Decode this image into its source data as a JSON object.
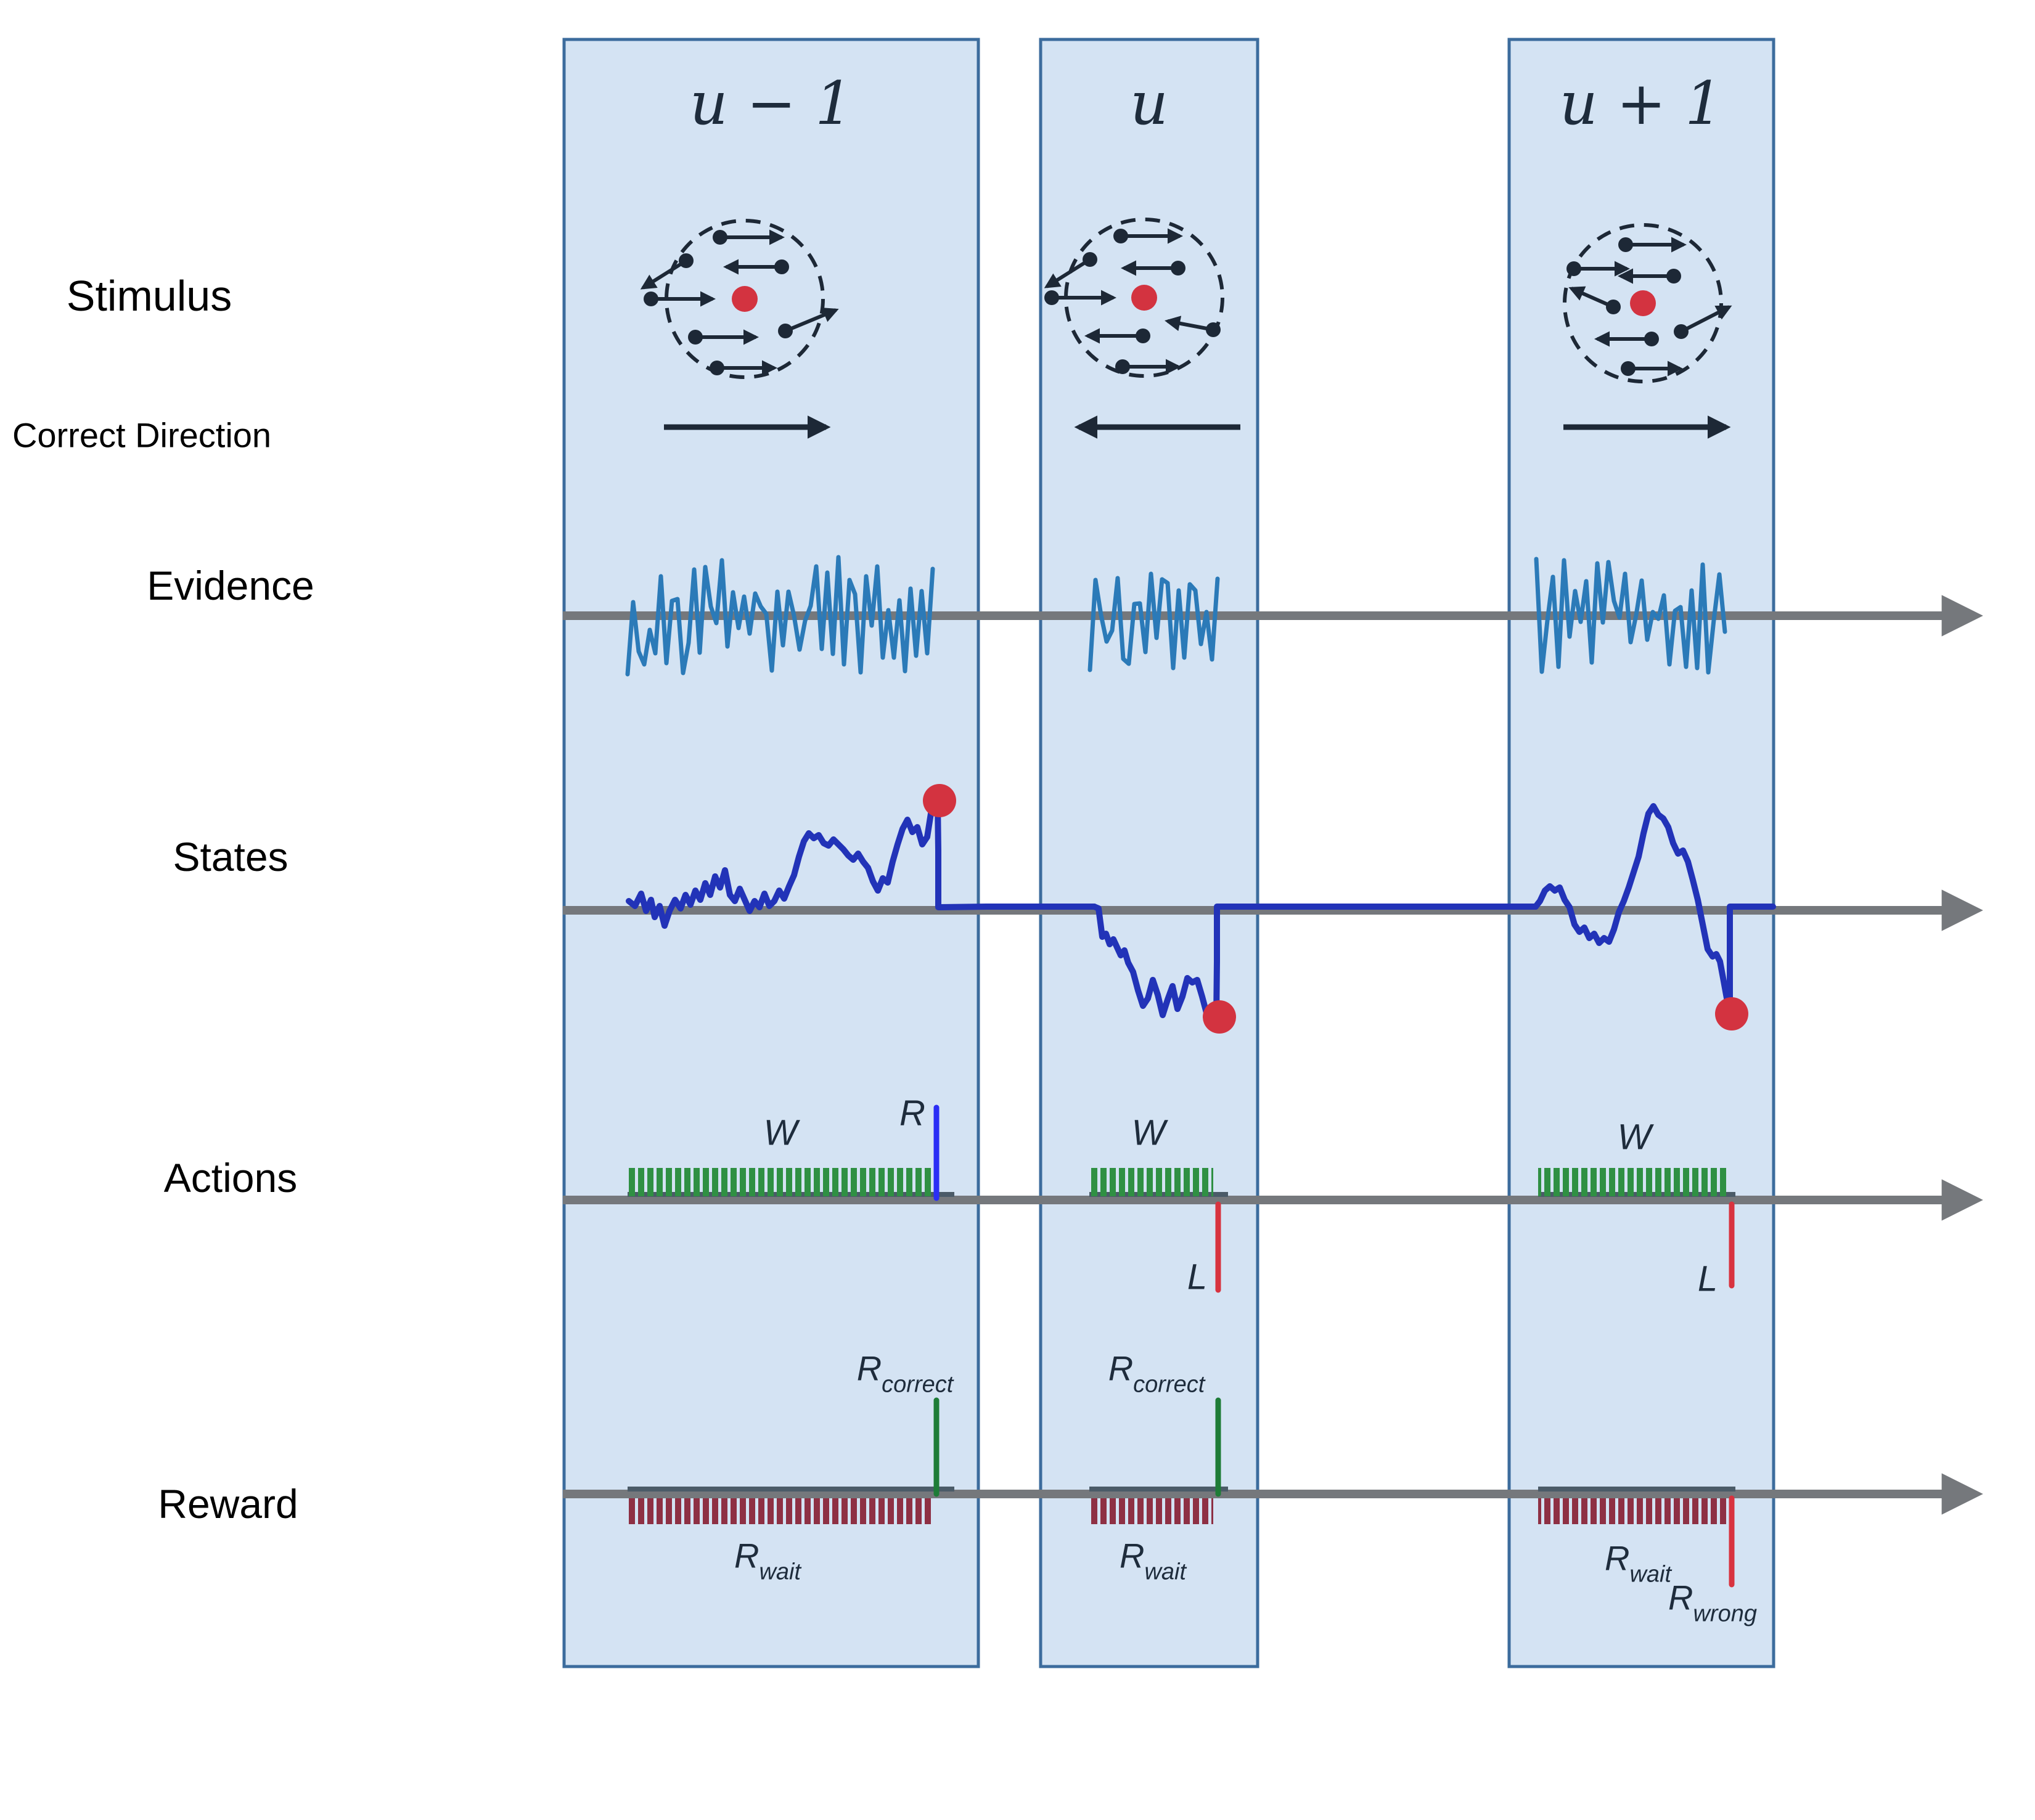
{
  "labels": {
    "stimulus": "Stimulus",
    "correct_direction": "Correct Direction",
    "evidence": "Evidence",
    "states": "States",
    "actions": "Actions",
    "reward": "Reward",
    "wait_action": "W",
    "right_action": "R",
    "left_action": "L",
    "reward_symbol": "R",
    "sub_correct": "correct",
    "sub_wait": "wait",
    "sub_wrong": "wrong"
  },
  "trials": [
    {
      "header": "u − 1",
      "correct_direction": "right",
      "action": "R",
      "outcome": "correct"
    },
    {
      "header": "u",
      "correct_direction": "left",
      "action": "L",
      "outcome": "correct"
    },
    {
      "header": "u + 1",
      "correct_direction": "right",
      "action": "L",
      "outcome": "wrong"
    }
  ],
  "colors": {
    "column_fill": "#d4e3f3",
    "column_border": "#3c6c9d",
    "axis_gray": "#75787c",
    "trial_strip_gray": "#4b5b68",
    "evidence_blue": "#2b7ab8",
    "state_navy": "#2233b8",
    "decision_dot_red": "#d33340",
    "wait_tick_green": "#2f9043",
    "right_spike_blue": "#2b2ef5",
    "left_spike_red": "#d8333f",
    "reward_wait_maroon": "#8e3044",
    "reward_correct_green": "#1e7c37",
    "reward_wrong_red": "#d8333f",
    "ink_dark": "#1d2836"
  }
}
